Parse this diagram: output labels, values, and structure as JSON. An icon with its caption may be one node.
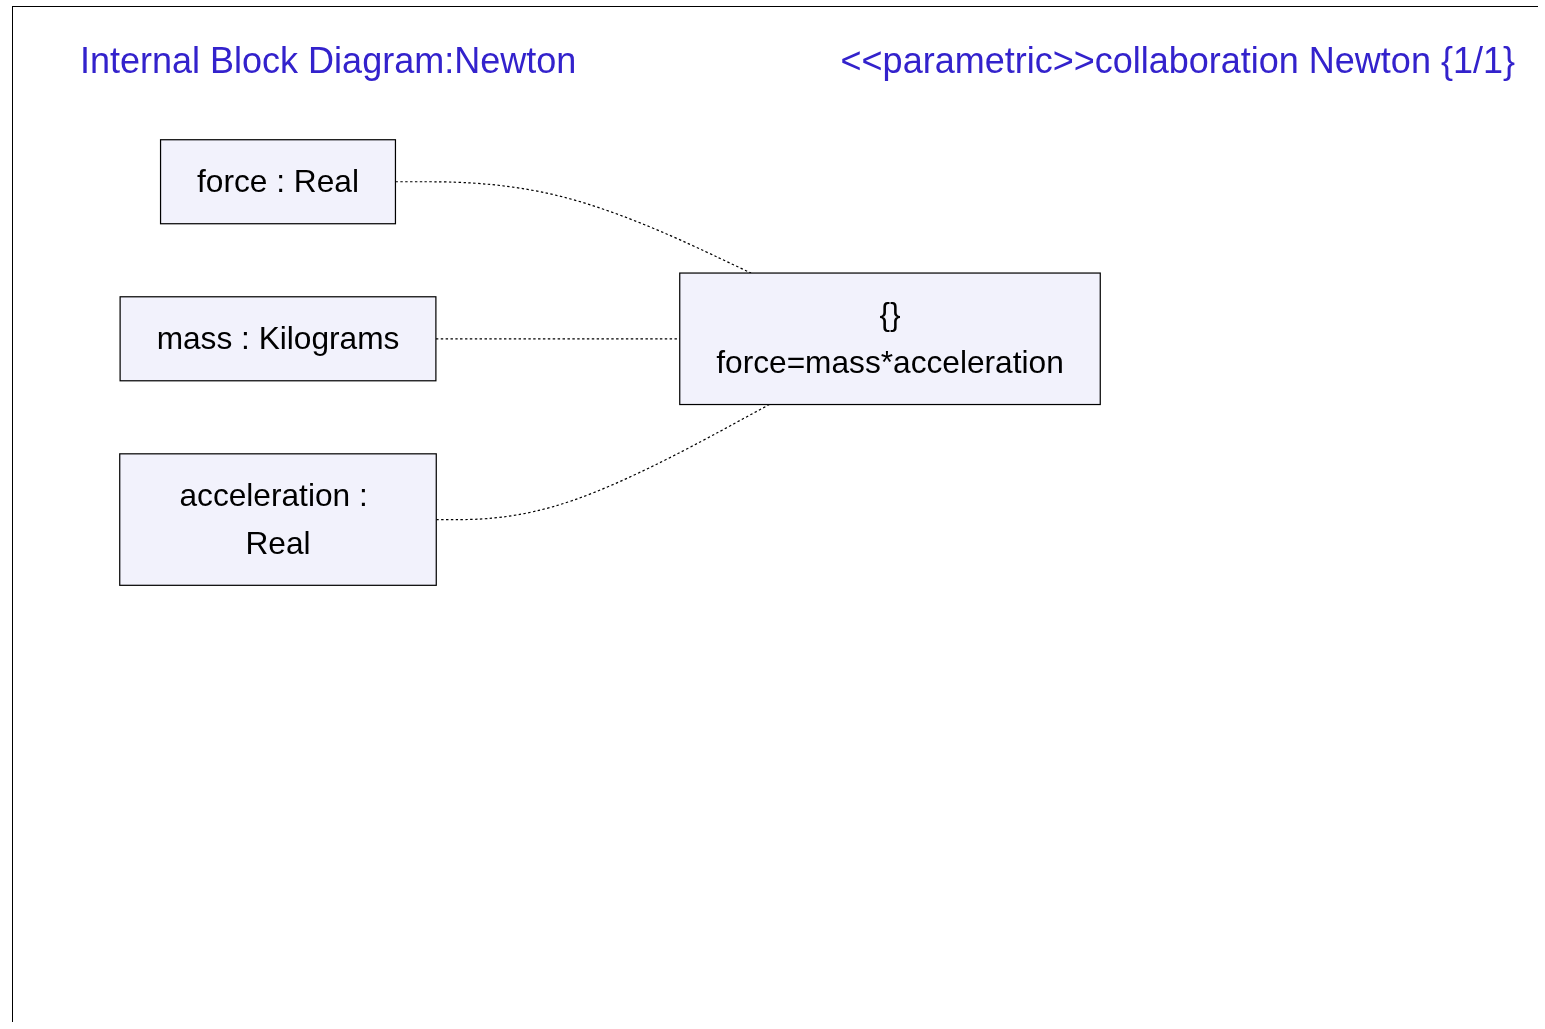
{
  "diagram": {
    "title": "Internal Block Diagram:Newton",
    "nodes": [
      {
        "text": [
          "force : Real"
        ]
      },
      {
        "text": [
          "mass : Kilograms"
        ]
      },
      {
        "text": [
          "acceleration : Real"
        ]
      },
      {
        "text": [
          "{}",
          "force=mass*acceleration"
        ]
      }
    ],
    "edges": [
      {
        "from": 0,
        "to": 3,
        "arrow": "none",
        "style": "dashed"
      },
      {
        "from": 1,
        "to": 3,
        "arrow": "none",
        "style": "dashed"
      },
      {
        "from": 2,
        "to": 3,
        "arrow": "none",
        "style": "dashed"
      }
    ],
    "labels": [
      "<<parametric>>collaboration Newton {1/1}"
    ]
  }
}
